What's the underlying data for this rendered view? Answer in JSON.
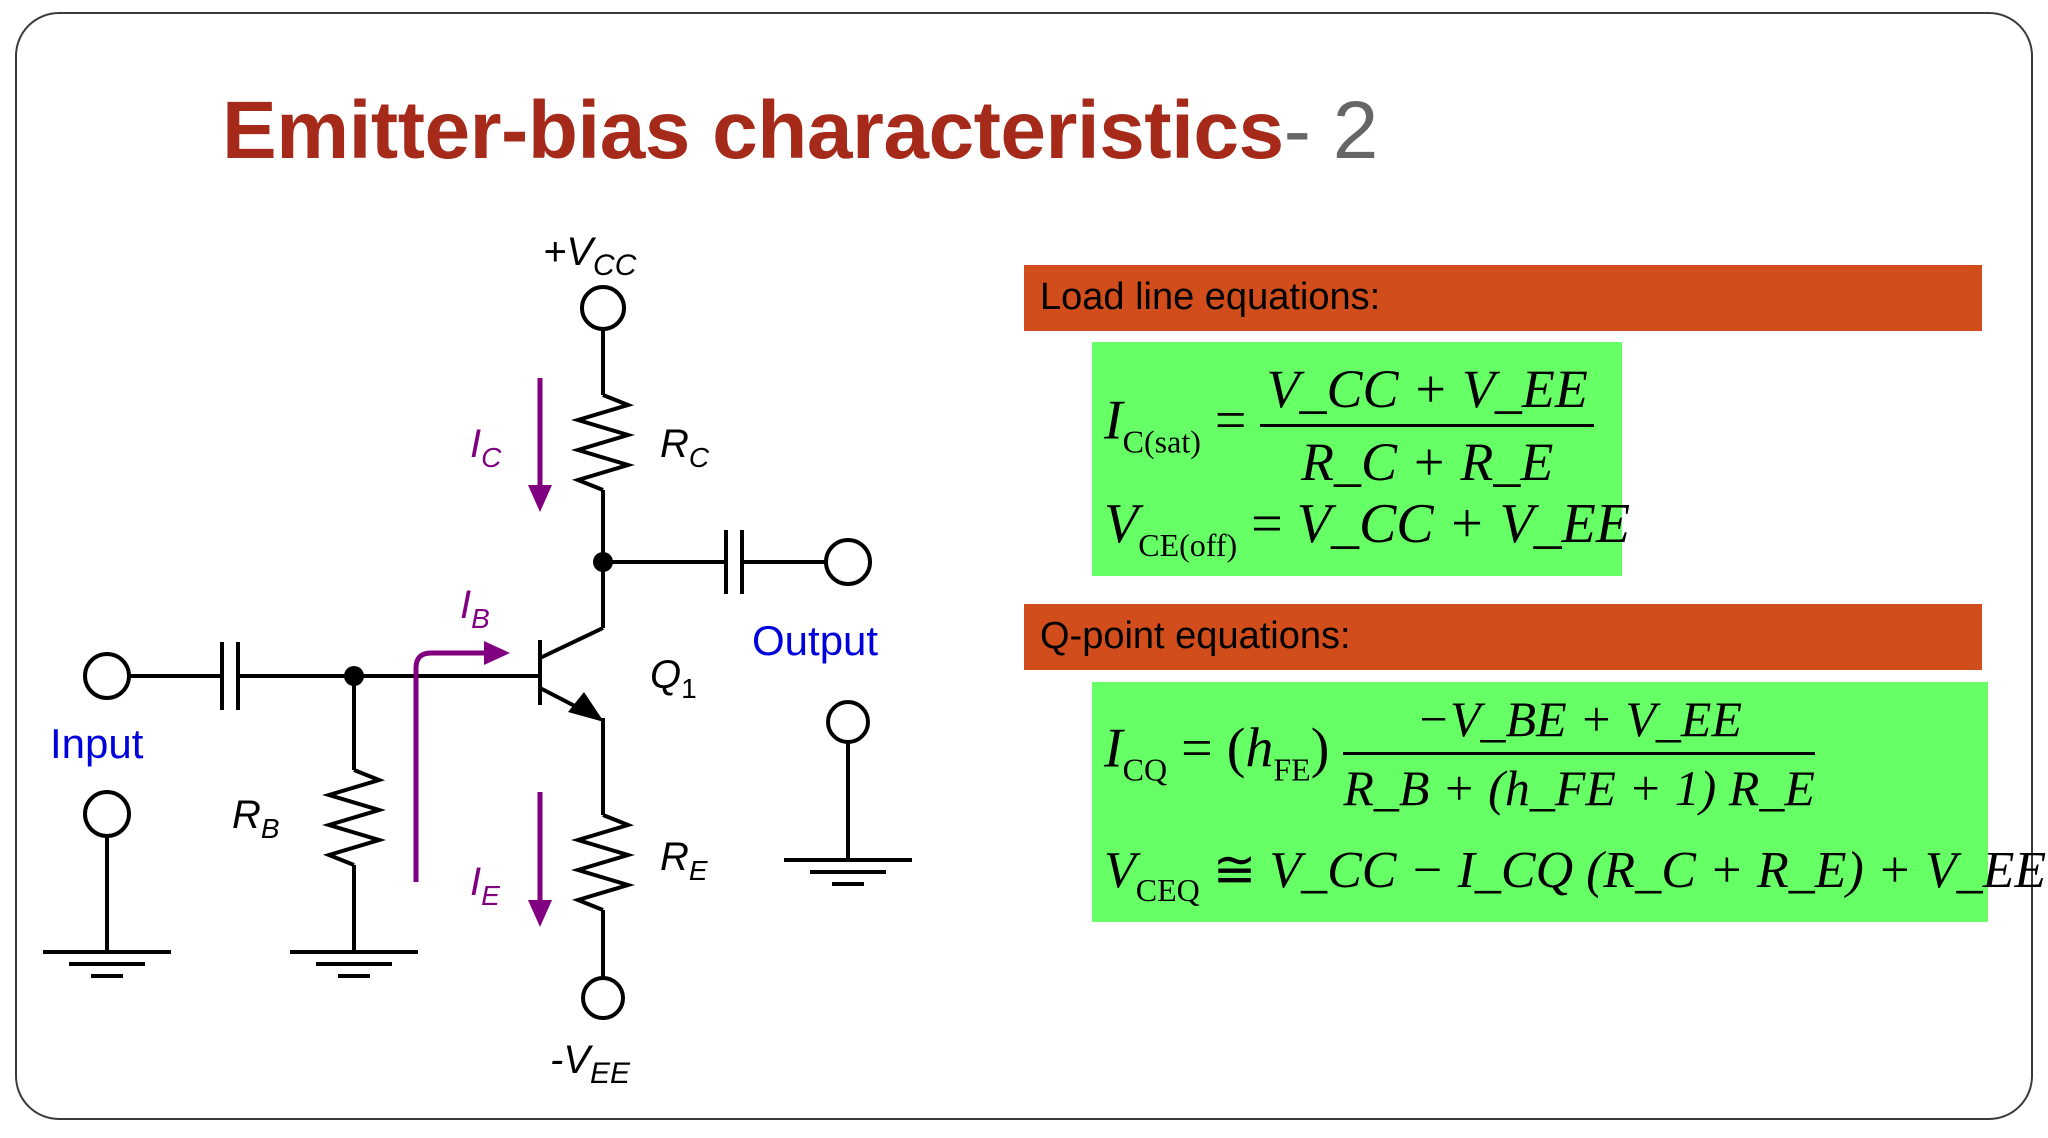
{
  "title": {
    "main": "Emitter-bias characteristics",
    "suffix": "- 2"
  },
  "circuit": {
    "vcc_label": "+V",
    "vcc_sub": "CC",
    "vee_label": "-V",
    "vee_sub": "EE",
    "rc_label": "R",
    "rc_sub": "C",
    "re_label": "R",
    "re_sub": "E",
    "rb_label": "R",
    "rb_sub": "B",
    "ic_label": "I",
    "ic_sub": "C",
    "ie_label": "I",
    "ie_sub": "E",
    "ib_label": "I",
    "ib_sub": "B",
    "q_label": "Q",
    "q_sub": "1",
    "input_label": "Input",
    "output_label": "Output",
    "colors": {
      "current": "#800080",
      "io_label": "#0000dd",
      "wire": "#000000"
    }
  },
  "load_line": {
    "header": "Load line equations:",
    "ic_sat_lhs": "I",
    "ic_sat_sub": "C(sat)",
    "ic_sat_num": "V_CC + V_EE",
    "ic_sat_den": "R_C + R_E",
    "vce_off_lhs": "V",
    "vce_off_sub": "CE(off)",
    "vce_off_rhs": "V_CC + V_EE"
  },
  "q_point": {
    "header": "Q-point equations:",
    "icq_lhs": "I",
    "icq_sub": "CQ",
    "icq_num": "−V_BE + V_EE",
    "icq_den": "R_B + (h_FE + 1) R_E",
    "vceq_lhs": "V",
    "vceq_sub": "CEQ",
    "vceq_rhs": "V_CC − I_CQ (R_C + R_E) + V_EE"
  },
  "colors": {
    "title": "#a52a1a",
    "header_bar": "#d14d1c",
    "eq_box": "#66ff66"
  }
}
